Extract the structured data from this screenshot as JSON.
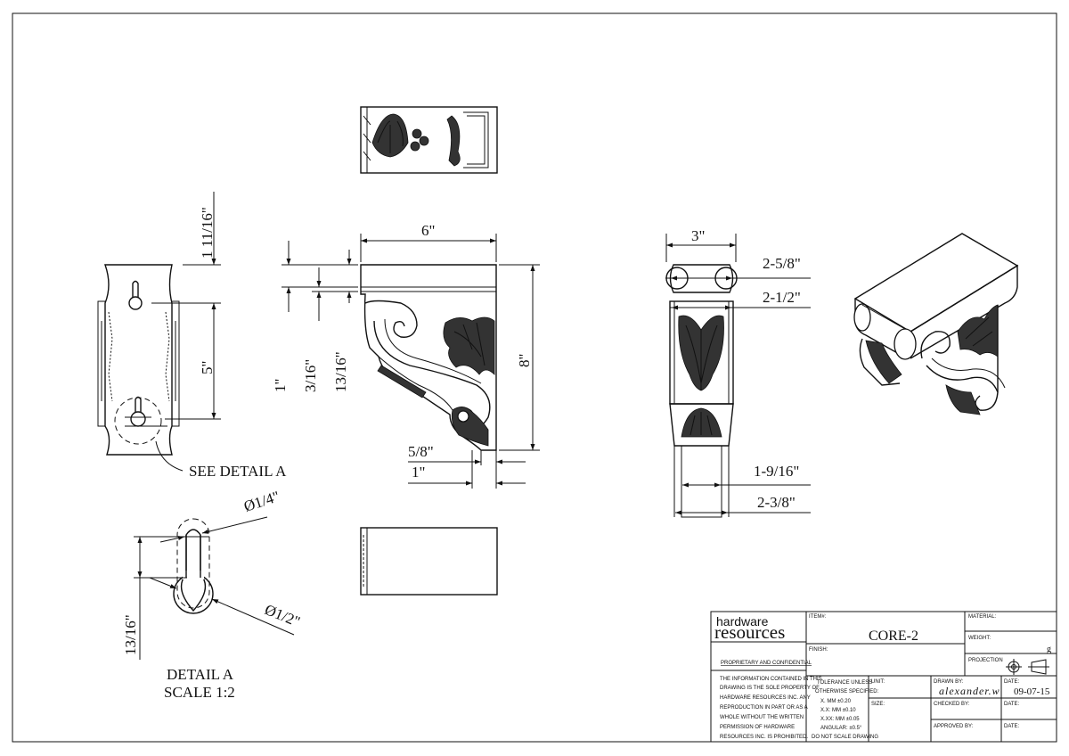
{
  "dimensions": {
    "left_top": "1 11/16\"",
    "left_mid": "5\"",
    "front_width": "6\"",
    "front_height": "8\"",
    "front_1": "1\"",
    "front_3_16": "3/16\"",
    "front_13_16": "13/16\"",
    "front_5_8": "5/8\"",
    "front_1b": "1\"",
    "side_width": "3\"",
    "side_a": "2-5/8\"",
    "side_b": "2-1/2\"",
    "side_c": "1-9/16\"",
    "side_d": "2-3/8\"",
    "detail_d1": "Ø1/4\"",
    "detail_d2": "Ø1/2\"",
    "detail_h": "13/16\""
  },
  "callouts": {
    "see_detail": "SEE DETAIL   A",
    "detail_title": "DETAIL  A",
    "detail_scale": "SCALE  1:2"
  },
  "title_block": {
    "logo_line1": "hardware",
    "logo_line2": "resources",
    "proprietary": "PROPRIETARY AND CONFIDENTIAL",
    "notice": [
      "THE INFORMATION CONTAINED IN THIS",
      "DRAWING IS THE SOLE PROPERTY OF",
      "HARDWARE RESOURCES INC.  ANY",
      "REPRODUCTION IN PART OR AS A",
      "WHOLE  WITHOUT THE WRITTEN",
      "PERMISSION OF HARDWARE",
      "RESOURCES INC. IS PROHIBITED."
    ],
    "item_label": "ITEM#:",
    "item_value": "CORE-2",
    "finish_label": "FINISH:",
    "material_label": "MATERIAL:",
    "weight_label": "WEIGHT:",
    "weight_value": "g",
    "projection_label": "PROJECTION",
    "tolerance": [
      "TOLERANCE UNLESS",
      "OTHERWISE SPECIFIED:",
      "X.   MM    ±0.20",
      "X.X:  MM    ±0.10",
      "X.XX:  MM   ±0.05",
      "ANGULAR:    ±0.5°",
      "DO NOT SCALE DRAWING"
    ],
    "unit_label": "UNIT:",
    "size_label": "SIZE:",
    "drawn_label": "DRAWN BY:",
    "drawn_value": "alexander.w",
    "checked_label": "CHECKED BY:",
    "approved_label": "APPROVED BY:",
    "date_label": "DATE:",
    "date_value": "09-07-15",
    "date2_label": "DATE:",
    "date3_label": "DATE:"
  }
}
